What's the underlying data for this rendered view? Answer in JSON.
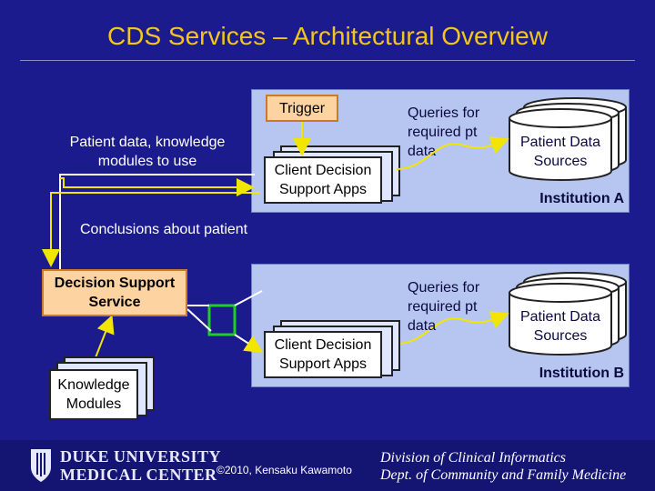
{
  "title": "CDS Services – Architectural Overview",
  "institution_a": {
    "trigger": "Trigger",
    "client_apps": "Client Decision Support Apps",
    "queries": "Queries for required pt data",
    "patient_sources": "Patient Data Sources",
    "label": "Institution A"
  },
  "institution_b": {
    "client_apps": "Client Decision Support Apps",
    "queries": "Queries for required pt data",
    "patient_sources": "Patient Data Sources",
    "label": "Institution B"
  },
  "patient_data_label": "Patient data, knowledge modules to use",
  "conclusions_label": "Conclusions about patient",
  "decision_support_service": "Decision Support Service",
  "knowledge_modules": "Knowledge Modules",
  "footer": {
    "left_line1": "DUKE UNIVERSITY",
    "left_line2": "MEDICAL CENTER",
    "copyright": "©2010, Kensaku Kawamoto",
    "right_line1": "Division of Clinical Informatics",
    "right_line2": "Dept. of Community and Family Medicine"
  },
  "colors": {
    "background": "#1b1b8e",
    "title": "#f5c518",
    "panel": "#b7c6f0",
    "arrow": "#f2e600",
    "highlight": "#22cc22",
    "orange_box": "#fcd3a1"
  }
}
